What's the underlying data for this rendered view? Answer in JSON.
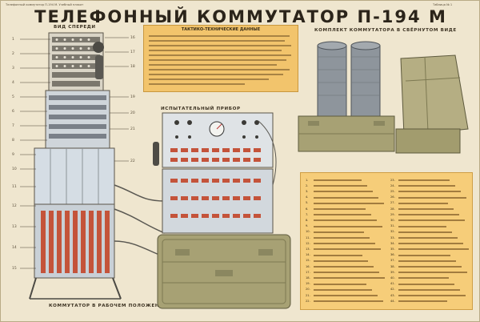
{
  "header": {
    "title": "ТЕЛЕФОННЫЙ КОММУТАТОР П-194 М",
    "left_note": "Телефонный коммутатор П-194 М. Учебный плакат",
    "right_note": "Таблица № 1"
  },
  "captions": {
    "frame": "ВИД СПЕРЕДИ",
    "panel": "ИСПЫТАТЕЛЬНЫЙ ПРИБОР",
    "kit": "КОМПЛЕКТ КОММУТАТОРА В СВЁРНУТОМ ВИДЕ",
    "working": "КОММУТАТОР В РАБОЧЕМ ПОЛОЖЕНИИ",
    "specs_title": "ТАКТИКО-ТЕХНИЧЕСКИЕ ДАННЫЕ"
  },
  "legend": {
    "numbers": [
      "1",
      "2",
      "3",
      "4",
      "5",
      "6",
      "7",
      "8",
      "9",
      "10",
      "11",
      "12",
      "13",
      "14",
      "15",
      "16",
      "17",
      "18",
      "19",
      "20",
      "21",
      "22",
      "23",
      "24",
      "25",
      "26",
      "27",
      "28",
      "29",
      "30",
      "31",
      "32",
      "33",
      "34",
      "35",
      "36",
      "37",
      "38",
      "39",
      "40",
      "41",
      "42",
      "43",
      "44"
    ]
  },
  "callouts": {
    "left": [
      "1",
      "2",
      "3",
      "4",
      "5",
      "6",
      "7",
      "8",
      "9",
      "10",
      "11",
      "12",
      "13",
      "14",
      "15"
    ],
    "right": [
      "16",
      "17",
      "18",
      "19",
      "20",
      "21",
      "22"
    ]
  },
  "colors": {
    "paper": "#efe6cf",
    "spec_box": "#f2c46c",
    "legend_box": "#f6cd79",
    "cabinet": "#d5dde4",
    "case_olive": "#a7a174",
    "reel": "#8e959c",
    "relay_red": "#c4533a"
  }
}
